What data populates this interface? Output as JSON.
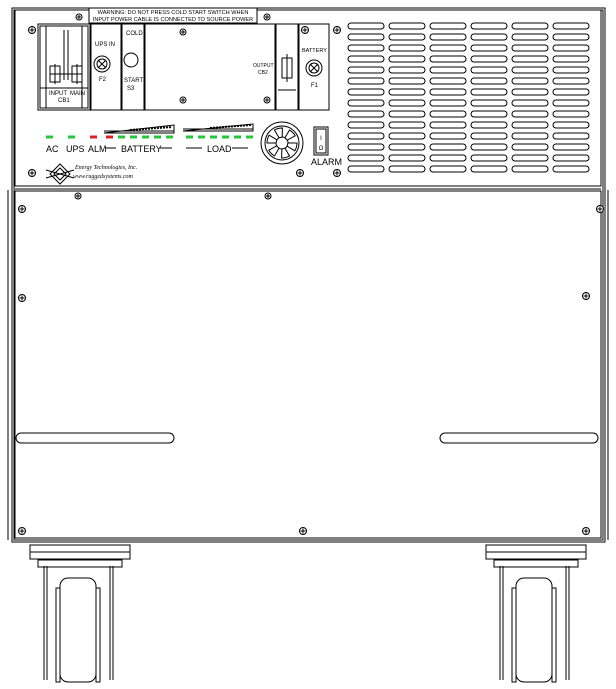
{
  "warning": {
    "line1": "WARNING: DO NOT PRESS COLD START SWITCH WHEN",
    "line2": "INPUT POWER CABLE IS CONNECTED TO SOURCE POWER"
  },
  "breakers": {
    "input": "INPUT",
    "main": "MAIN",
    "cb1": "CB1"
  },
  "ups_in_fuse": {
    "label1": "UPS IN",
    "label2": "F2"
  },
  "cold_start": {
    "label1": "COLD",
    "label2": "START",
    "label3": "S3"
  },
  "output": {
    "label1": "OUTPUT",
    "label2": "CB2"
  },
  "battery_fuse": {
    "label1": "BATTERY",
    "label2": "F1"
  },
  "indicators": {
    "ac": "AC",
    "ups": "UPS",
    "alm": "ALM",
    "battery": "BATTERY",
    "load": "LOAD",
    "alarm": "ALARM"
  },
  "company": {
    "name": "Energy Technologies, Inc.",
    "url": "www.ruggedsystems.com"
  },
  "alarm_switch": {
    "on": "I",
    "off": "O"
  },
  "colors": {
    "green": "#22c83a",
    "red": "#e02020",
    "line": "#000000"
  },
  "led_states": {
    "ac": "green",
    "ups": "green",
    "alm": "red",
    "battery": [
      "red",
      "green",
      "green",
      "green",
      "green",
      "green"
    ],
    "load": [
      "green",
      "green",
      "green",
      "green",
      "green",
      "green"
    ]
  }
}
